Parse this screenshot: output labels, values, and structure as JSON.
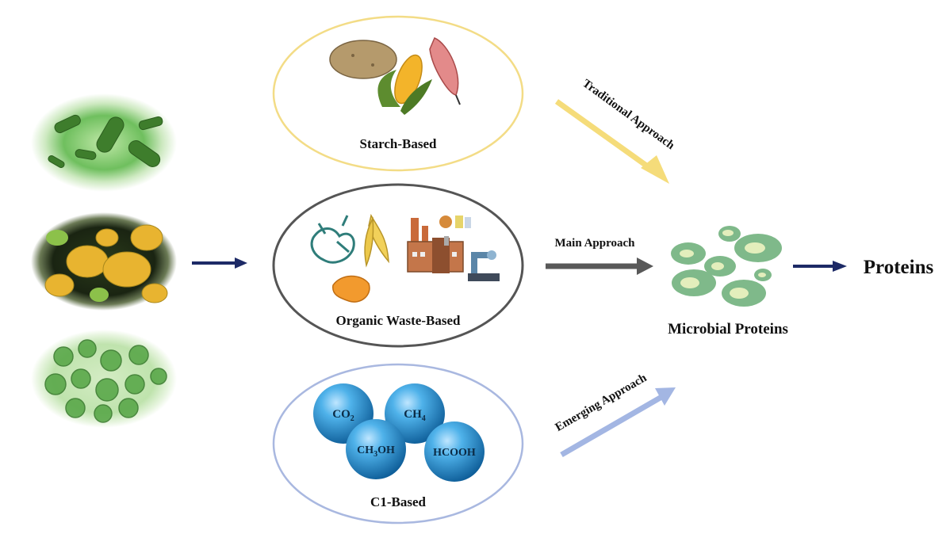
{
  "sources": [
    {
      "id": "starch",
      "label": "Starch-Based",
      "ring_color": "#f3dc86"
    },
    {
      "id": "waste",
      "label": "Organic Waste-Based",
      "ring_color": "#555555"
    },
    {
      "id": "c1",
      "label": "C1-Based",
      "ring_color": "#a9b8e0"
    }
  ],
  "approaches": {
    "traditional": {
      "label": "Traditional Approach",
      "color": "#f5dc7a"
    },
    "main": {
      "label": "Main Approach",
      "color": "#595959"
    },
    "emerging": {
      "label": "Emerging Approach",
      "color": "#a3b6e3"
    }
  },
  "c1_molecules": [
    {
      "formula": "CO",
      "sub": "2"
    },
    {
      "formula": "CH",
      "sub": "4"
    },
    {
      "formula": "CH",
      "sub": "3",
      "tail": "OH"
    },
    {
      "formula": "HCOOH"
    }
  ],
  "product_label": "Microbial Proteins",
  "output_label": "Proteins",
  "organisms": [
    "bacteria-image",
    "yeast-image",
    "microalgae-image"
  ],
  "colors": {
    "navy_arrow": "#1d2a66",
    "sphere": "#3b9fd9",
    "cell_fill": "#7fb98a",
    "cell_core": "#e3eebc"
  }
}
